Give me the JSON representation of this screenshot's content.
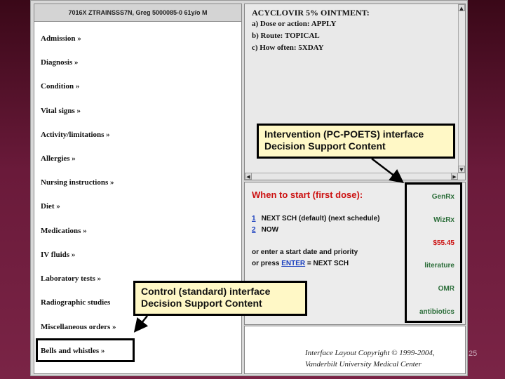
{
  "patient_bar": "7016X ZTRAINSSS7N, Greg 5000085-0 61y/o M",
  "menu": [
    "Admission »",
    "Diagnosis »",
    "Condition »",
    "Vital signs »",
    "Activity/limitations »",
    "Allergies »",
    "Nursing instructions »",
    "Diet »",
    "Medications »",
    "IV fluids »",
    "Laboratory tests »",
    "Radiographic studies",
    "Miscellaneous orders »",
    "Bells and whistles »"
  ],
  "order": {
    "title": "ACYCLOVIR 5% OINTMENT:",
    "dose": "a) Dose or action: APPLY",
    "route": "b) Route: TOPICAL",
    "often": "c) How often: 5XDAY"
  },
  "when": {
    "title": "When to start (first dose):",
    "opt1_num": "1",
    "opt1_text": "NEXT SCH (default) (next schedule)",
    "opt2_num": "2",
    "opt2_text": "NOW",
    "line1": "or enter a start date and priority",
    "line2_pre": "or press ",
    "line2_enter": "ENTER",
    "line2_post": " = NEXT SCH"
  },
  "side_links": [
    "GenRx",
    "WizRx",
    "$55.45",
    "literature",
    "OMR",
    "antibiotics"
  ],
  "callouts": {
    "intervention_1": "Intervention (PC-POETS) interface",
    "intervention_2": "Decision Support Content",
    "control_1": "Control (standard) interface",
    "control_2": "Decision Support Content"
  },
  "copyright": {
    "line1": "Interface Layout Copyright © 1999-2004,",
    "line2": "Vanderbilt University Medical Center"
  },
  "slide_number": "25",
  "colors": {
    "accent_red": "#cc1111",
    "link_blue": "#1a3fbf",
    "link_green": "#2c6e3a",
    "callout_fill": "#fff8c6"
  },
  "icons": {
    "scroll_up": "▲",
    "scroll_down": "▼",
    "scroll_left": "◀",
    "scroll_right": "▶"
  }
}
